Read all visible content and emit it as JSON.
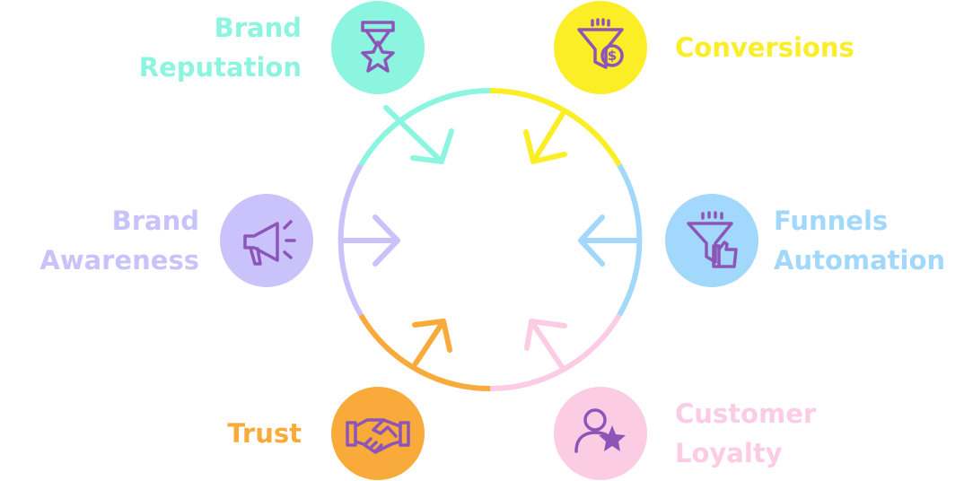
{
  "colors": {
    "teal": "#8cf5df",
    "yellow": "#fbee27",
    "blue": "#a2d8fb",
    "lavender": "#cac3fb",
    "orange": "#f8ab3a",
    "pink": "#fbcce3",
    "icon": "#8e55b8"
  },
  "segments": [
    {
      "name": "brand-reputation",
      "color": "teal",
      "icon": "medal-star-icon",
      "line1": "Brand",
      "line2": "Reputation"
    },
    {
      "name": "conversions",
      "color": "yellow",
      "icon": "funnel-dollar-icon",
      "line1": "Conversions",
      "line2": ""
    },
    {
      "name": "funnels-automation",
      "color": "blue",
      "icon": "funnel-thumbs-up-icon",
      "line1": "Funnels",
      "line2": "Automation"
    },
    {
      "name": "brand-awareness",
      "color": "lavender",
      "icon": "megaphone-icon",
      "line1": "Brand",
      "line2": "Awareness"
    },
    {
      "name": "trust",
      "color": "orange",
      "icon": "handshake-icon",
      "line1": "Trust",
      "line2": ""
    },
    {
      "name": "customer-loyalty",
      "color": "pink",
      "icon": "user-star-icon",
      "line1": "Customer",
      "line2": "Loyalty"
    }
  ]
}
